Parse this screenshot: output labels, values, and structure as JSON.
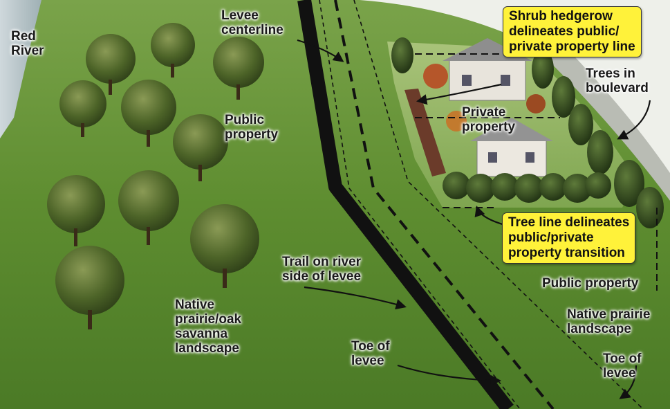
{
  "labels": {
    "red_river": "Red\nRiver",
    "levee_centerline": "Levee\ncenterline",
    "public_property_left": "Public\nproperty",
    "private_property": "Private\nproperty",
    "trees_in_boulevard": "Trees in\nboulevard",
    "trail": "Trail on river\nside of levee",
    "native_prairie_oak": "Native\nprairie/oak\nsavanna\nlandscape",
    "toe_of_levee_left": "Toe of\nlevee",
    "public_property_right": "Public property",
    "native_prairie_right": "Native prairie\nlandscape",
    "toe_of_levee_right": "Toe of\nlevee"
  },
  "callouts": {
    "shrub_hedgerow": "Shrub hedgerow\ndelineates public/\nprivate property line",
    "tree_line": "Tree line delineates\npublic/private\nproperty transition"
  },
  "colors": {
    "callout_fill": "#fff23a",
    "grass": "#5c8a2e",
    "levee_line": "#111111"
  }
}
